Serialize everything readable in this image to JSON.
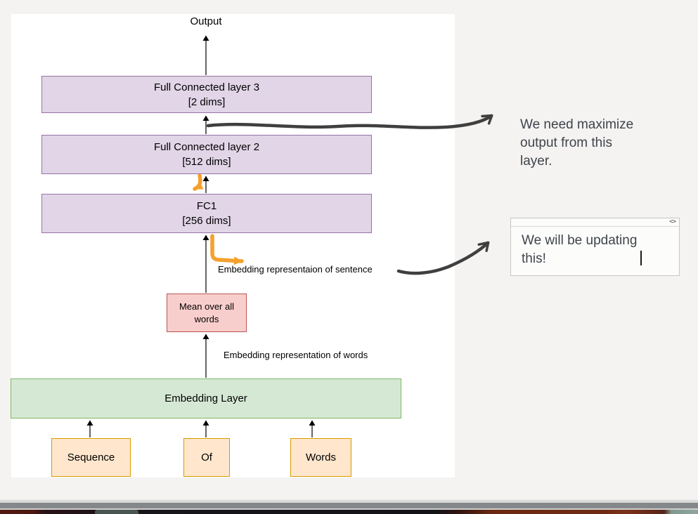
{
  "diagram": {
    "output_label": "Output",
    "fc_layers": [
      {
        "title": "Full Connected layer 3",
        "dims": "[2 dims]"
      },
      {
        "title": "Full Connected layer 2",
        "dims": "[512 dims]"
      },
      {
        "title": "FC1",
        "dims": "[256 dims]"
      }
    ],
    "mean_box_label": "Mean over all words",
    "embedding_box_label": "Embedding Layer",
    "input_words": [
      "Sequence",
      "Of",
      "Words"
    ],
    "edge_labels": {
      "sentence": "Embedding representaion of sentence",
      "words": "Embedding representation of words"
    },
    "colors": {
      "fc_fill": "#e1d5e7",
      "fc_stroke": "#9673a6",
      "mean_fill": "#f8cecc",
      "mean_stroke": "#b85450",
      "embedding_fill": "#d5e8d4",
      "embedding_stroke": "#82b366",
      "word_fill": "#ffe6cc",
      "word_stroke": "#d79b00",
      "sketch_ink": "#3f3f3f",
      "highlight_ink": "#f6a02d",
      "canvas": "#ffffff",
      "page_background": "#f4f3f1"
    }
  },
  "annotations": {
    "note": "We need maximize output from this layer.",
    "textbox": {
      "text": "We will be updating this!",
      "toolbar_icon": "<>"
    }
  }
}
